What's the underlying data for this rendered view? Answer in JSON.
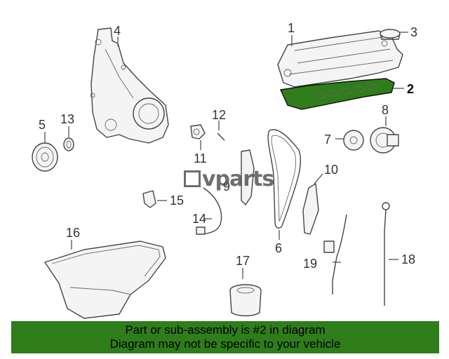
{
  "diagram": {
    "callouts": [
      "1",
      "2",
      "3",
      "4",
      "5",
      "6",
      "7",
      "8",
      "9",
      "10",
      "11",
      "12",
      "13",
      "14",
      "15",
      "16",
      "17",
      "18",
      "19"
    ],
    "highlighted_part": "2",
    "highlight_color": "#2e7d1a"
  },
  "watermark": {
    "text": "vparts"
  },
  "banner": {
    "line1": "Part or sub-assembly is #2 in diagram",
    "line2": "Diagram may not be specific to your vehicle",
    "background": "#2e7d1a"
  }
}
